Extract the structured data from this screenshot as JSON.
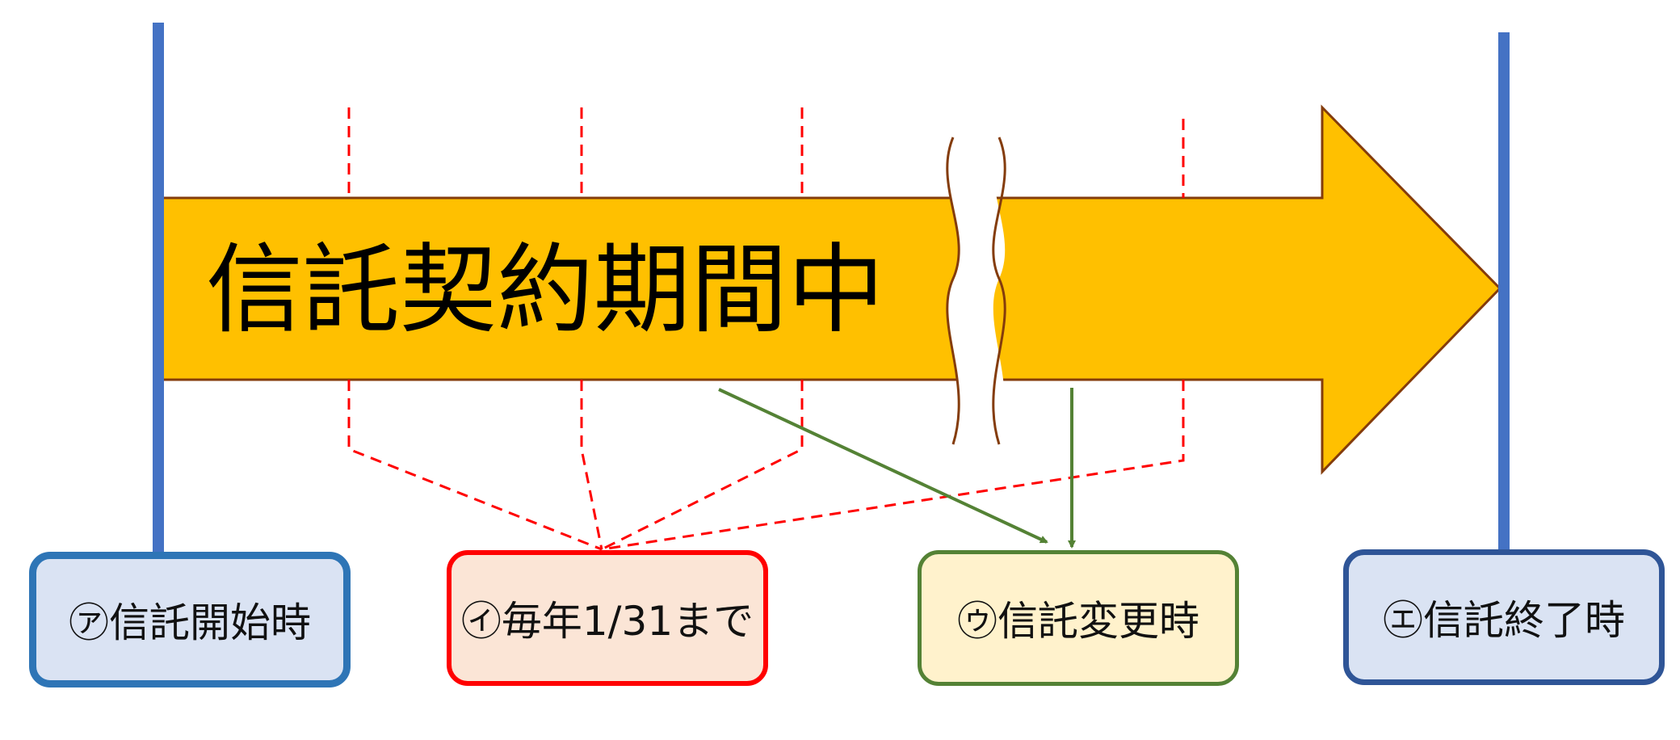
{
  "diagram": {
    "period_label": "信託契約期間中",
    "boxes": {
      "start": "㋐信託開始時",
      "annual": "㋑毎年1/31まで",
      "change": "㋒信託変更時",
      "end": "㋓信託終了時"
    },
    "colors": {
      "arrow_fill": "#ffc000",
      "arrow_outline": "#843c0c",
      "vertical_lines": "#4472c4",
      "dashed_lines": "#ff0000",
      "green_arrows": "#548235"
    }
  }
}
